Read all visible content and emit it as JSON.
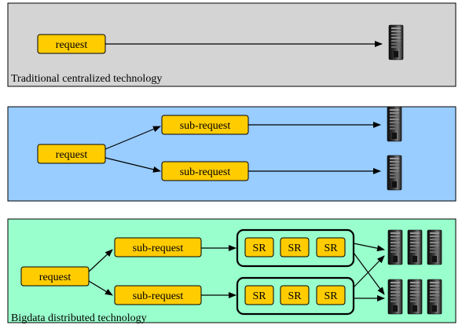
{
  "colors": {
    "panel_traditional_bg": "#d4d4d4",
    "panel_subrequest_bg": "#99ccff",
    "panel_bigdata_bg": "#99ffcc",
    "box_fill": "#ffcc00",
    "box_stroke": "#000000",
    "server_dark": "#1a1a1a",
    "server_light": "#6b6b6b"
  },
  "icons": {
    "server": "server-rack-icon",
    "arrow": "arrow-icon"
  },
  "panels": {
    "traditional": {
      "caption": "Traditional centralized technology",
      "request_label": "request"
    },
    "subrequest": {
      "caption": "",
      "request_label": "request",
      "sub_labels": [
        "sub-request",
        "sub-request"
      ]
    },
    "bigdata": {
      "caption": "Bigdata distributed technology",
      "request_label": "request",
      "sub_labels": [
        "sub-request",
        "sub-request"
      ],
      "sr_labels_top": [
        "SR",
        "SR",
        "SR"
      ],
      "sr_labels_bottom": [
        "SR",
        "SR",
        "SR"
      ]
    }
  }
}
